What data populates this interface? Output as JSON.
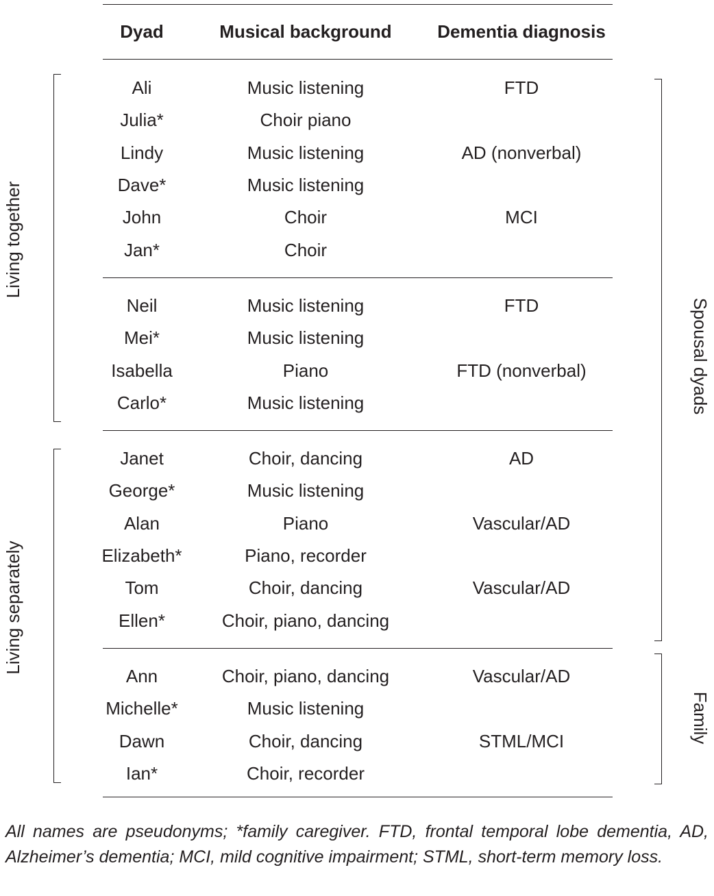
{
  "header": {
    "dyad": "Dyad",
    "musical_background": "Musical background",
    "dementia_diagnosis": "Dementia diagnosis"
  },
  "groups": [
    {
      "label": "Living together"
    },
    {
      "label": "Living separately"
    },
    {
      "label": "Spousal dyads"
    },
    {
      "label": "Family"
    }
  ],
  "rows": [
    {
      "dyad": "Ali",
      "music": "Music listening",
      "diagnosis": "FTD"
    },
    {
      "dyad": "Julia*",
      "music": "Choir piano",
      "diagnosis": ""
    },
    {
      "dyad": "Lindy",
      "music": "Music listening",
      "diagnosis": "AD (nonverbal)"
    },
    {
      "dyad": "Dave*",
      "music": "Music listening",
      "diagnosis": ""
    },
    {
      "dyad": "John",
      "music": "Choir",
      "diagnosis": "MCI"
    },
    {
      "dyad": "Jan*",
      "music": "Choir",
      "diagnosis": ""
    },
    {
      "dyad": "Neil",
      "music": "Music listening",
      "diagnosis": "FTD"
    },
    {
      "dyad": "Mei*",
      "music": "Music listening",
      "diagnosis": ""
    },
    {
      "dyad": "Isabella",
      "music": "Piano",
      "diagnosis": "FTD (nonverbal)"
    },
    {
      "dyad": "Carlo*",
      "music": "Music listening",
      "diagnosis": ""
    },
    {
      "dyad": "Janet",
      "music": "Choir, dancing",
      "diagnosis": "AD"
    },
    {
      "dyad": "George*",
      "music": "Music listening",
      "diagnosis": ""
    },
    {
      "dyad": "Alan",
      "music": "Piano",
      "diagnosis": "Vascular/AD"
    },
    {
      "dyad": "Elizabeth*",
      "music": "Piano, recorder",
      "diagnosis": ""
    },
    {
      "dyad": "Tom",
      "music": "Choir, dancing",
      "diagnosis": "Vascular/AD"
    },
    {
      "dyad": "Ellen*",
      "music": "Choir, piano, dancing",
      "diagnosis": ""
    },
    {
      "dyad": "Ann",
      "music": "Choir, piano, dancing",
      "diagnosis": "Vascular/AD"
    },
    {
      "dyad": "Michelle*",
      "music": "Music listening",
      "diagnosis": ""
    },
    {
      "dyad": "Dawn",
      "music": "Choir, dancing",
      "diagnosis": "STML/MCI"
    },
    {
      "dyad": "Ian*",
      "music": "Choir, recorder",
      "diagnosis": ""
    }
  ],
  "footnote": "All names are pseudonyms; *family caregiver. FTD, frontal temporal lobe dementia, AD, Alzheimer’s dementia; MCI, mild cognitive impairment; STML, short-term memory loss."
}
